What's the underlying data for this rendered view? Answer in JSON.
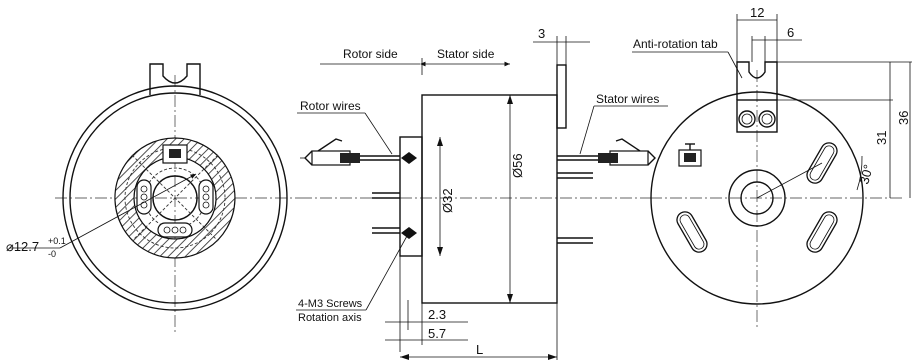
{
  "labels": {
    "rotor_side": "Rotor side",
    "stator_side": "Stator side",
    "rotor_wires": "Rotor wires",
    "stator_wires": "Stator wires",
    "anti_rotation_tab": "Anti-rotation tab",
    "screws": "4-M3 Screws",
    "rotation_axis": "Rotation axis"
  },
  "dimensions": {
    "bore_main": "⌀12.7",
    "bore_tol_upper": "+0.1",
    "bore_tol_lower": "-0",
    "d56": "Ø56",
    "d32": "Ø32",
    "flange_thickness": "3",
    "tab_width": "12",
    "tab_slot": "6",
    "d2_3": "2.3",
    "d5_7": "5.7",
    "length": "L",
    "angle": "30°",
    "d31": "31",
    "d36": "36"
  }
}
